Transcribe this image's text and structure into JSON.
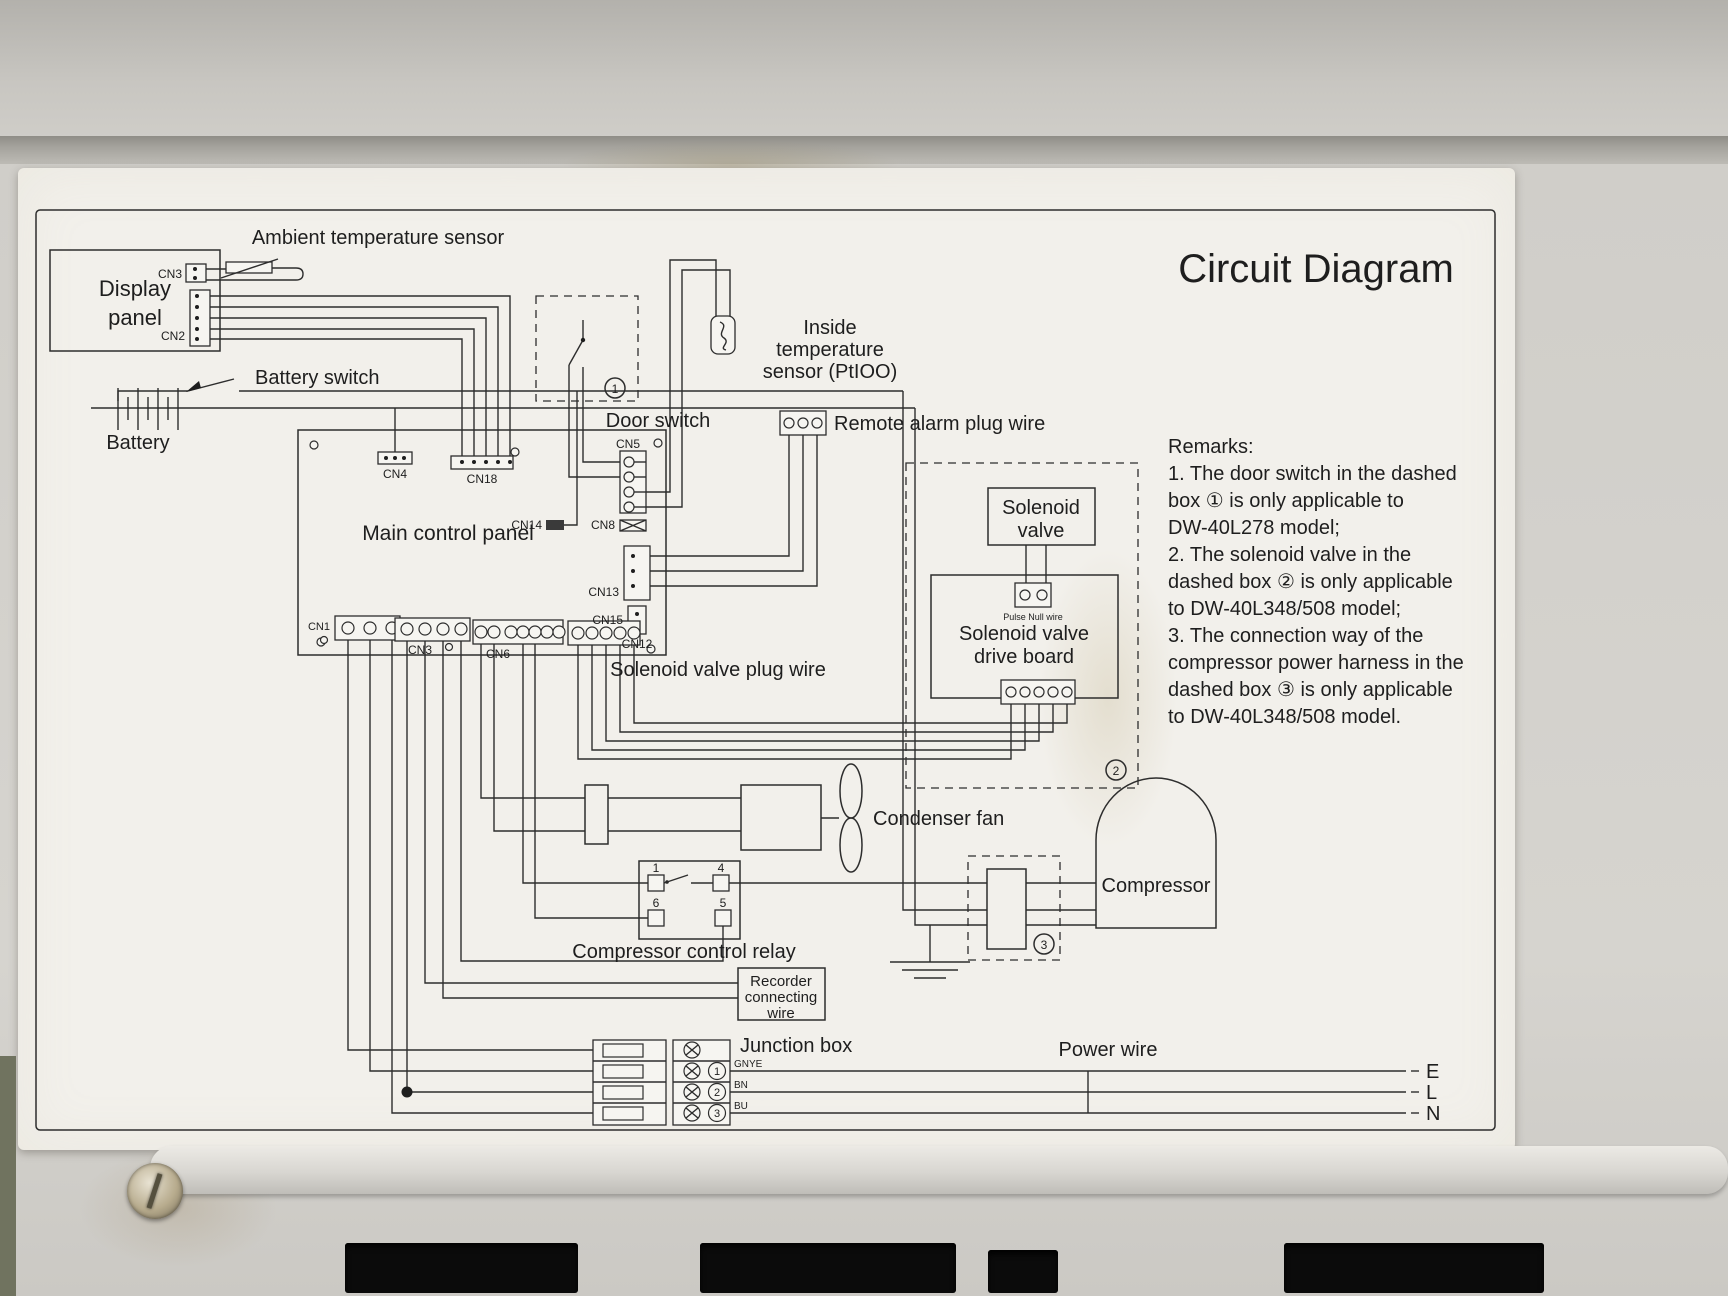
{
  "photo": {
    "label_bg": "#f2f0eb",
    "ink": "#2d2d2d",
    "freezer_front": "#d3d1cc",
    "vent_color": "#0b0b0b"
  },
  "diagram": {
    "title": "Circuit Diagram",
    "labels": {
      "ambient_sensor": "Ambient temperature sensor",
      "display_panel_1": "Display",
      "display_panel_2": "panel",
      "battery": "Battery",
      "battery_switch": "Battery switch",
      "door_switch": "Door switch",
      "inside_sensor_1": "Inside",
      "inside_sensor_2": "temperature",
      "inside_sensor_3": "sensor (PtIOO)",
      "remote_alarm": "Remote alarm plug wire",
      "main_panel": "Main control panel",
      "solenoid_valve_1": "Solenoid",
      "solenoid_valve_2": "valve",
      "pulse_null": "Pulse  Null wire",
      "drive_board_1": "Solenoid valve",
      "drive_board_2": "drive board",
      "solenoid_plug": "Solenoid valve plug wire",
      "condenser_fan": "Condenser fan",
      "compressor_relay": "Compressor control relay",
      "compressor": "Compressor",
      "recorder_1": "Recorder",
      "recorder_2": "connecting",
      "recorder_3": "wire",
      "junction_box": "Junction box",
      "power_wire": "Power wire"
    },
    "connectors": {
      "cn3": "CN3",
      "cn2": "CN2",
      "cn4": "CN4",
      "cn18": "CN18",
      "cn14": "CN14",
      "cn8": "CN8",
      "cn5": "CN5",
      "cn13": "CN13",
      "cn15": "CN15",
      "cn12": "CN12",
      "cn1": "CN1",
      "cn3_b": "CN3",
      "cn6": "CN6"
    },
    "relay_terminals": [
      "1",
      "4",
      "6",
      "5"
    ],
    "circled": [
      "1",
      "2",
      "3"
    ],
    "junction_rows": [
      {
        "num": "1",
        "label": "GNYE"
      },
      {
        "num": "2",
        "label": "BN"
      },
      {
        "num": "3",
        "label": "BU"
      }
    ],
    "power_terminals": [
      "E",
      "L",
      "N"
    ],
    "remarks": [
      "Remarks:",
      "1. The door switch in the dashed",
      "box ① is only applicable to",
      "DW-40L278 model;",
      "2. The solenoid valve in the",
      "dashed box ② is only applicable",
      "to DW-40L348/508 model;",
      "3. The connection way of the",
      "compressor power harness in the",
      "dashed box ③ is only applicable",
      "to DW-40L348/508 model."
    ]
  }
}
